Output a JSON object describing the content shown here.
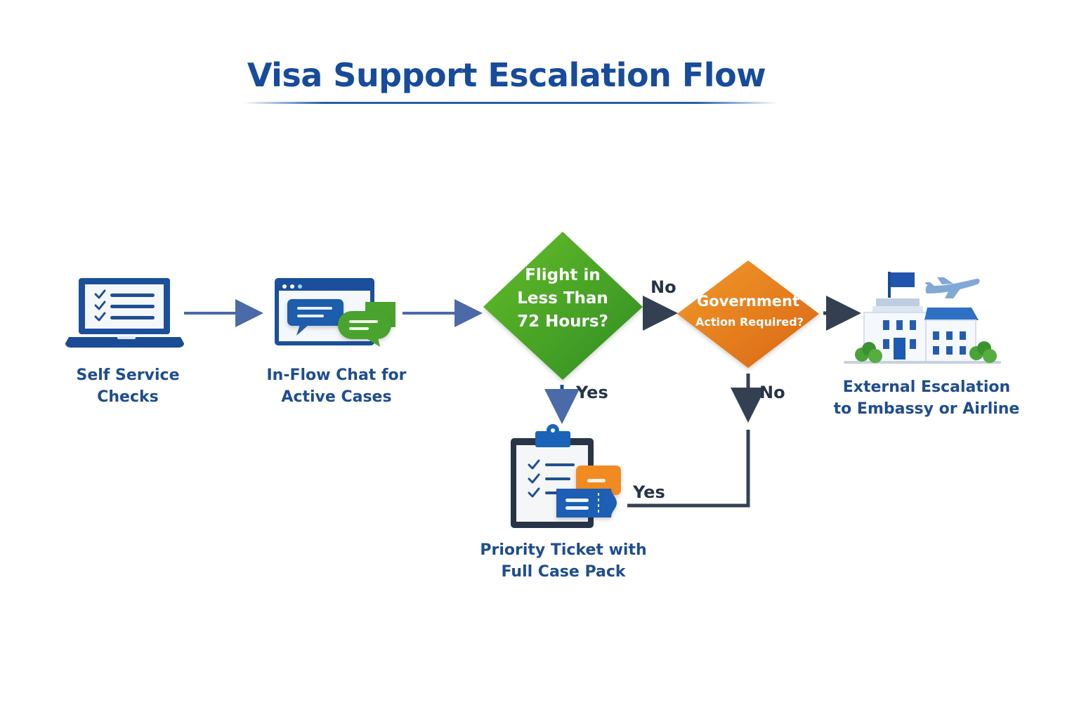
{
  "title": "Visa Support Escalation Flow",
  "nodes": {
    "self_service": "Self Service Checks",
    "chat": "In-Flow Chat for\nActive Cases",
    "flight_decision": "Flight in\nLess Than\n72 Hours?",
    "government_decision_line1": "Government",
    "government_decision_line2": "Action Required?",
    "priority_ticket": "Priority Ticket with\nFull Case Pack",
    "external": "External Escalation\nto Embassy or Airline"
  },
  "branches": {
    "flight_no": "No",
    "flight_yes": "Yes",
    "government_no": "No",
    "government_yes": "Yes"
  },
  "icons": {
    "self_service": "laptop-checklist-icon",
    "chat": "chat-window-icon",
    "priority_ticket": "clipboard-tickets-icon",
    "external": "embassy-airline-icon"
  },
  "colors": {
    "primary_blue": "#174b9b",
    "green_decision": "#43a11f",
    "orange_decision": "#e07819",
    "arrow_blue": "#4a6aa8",
    "arrow_dark": "#344052"
  }
}
